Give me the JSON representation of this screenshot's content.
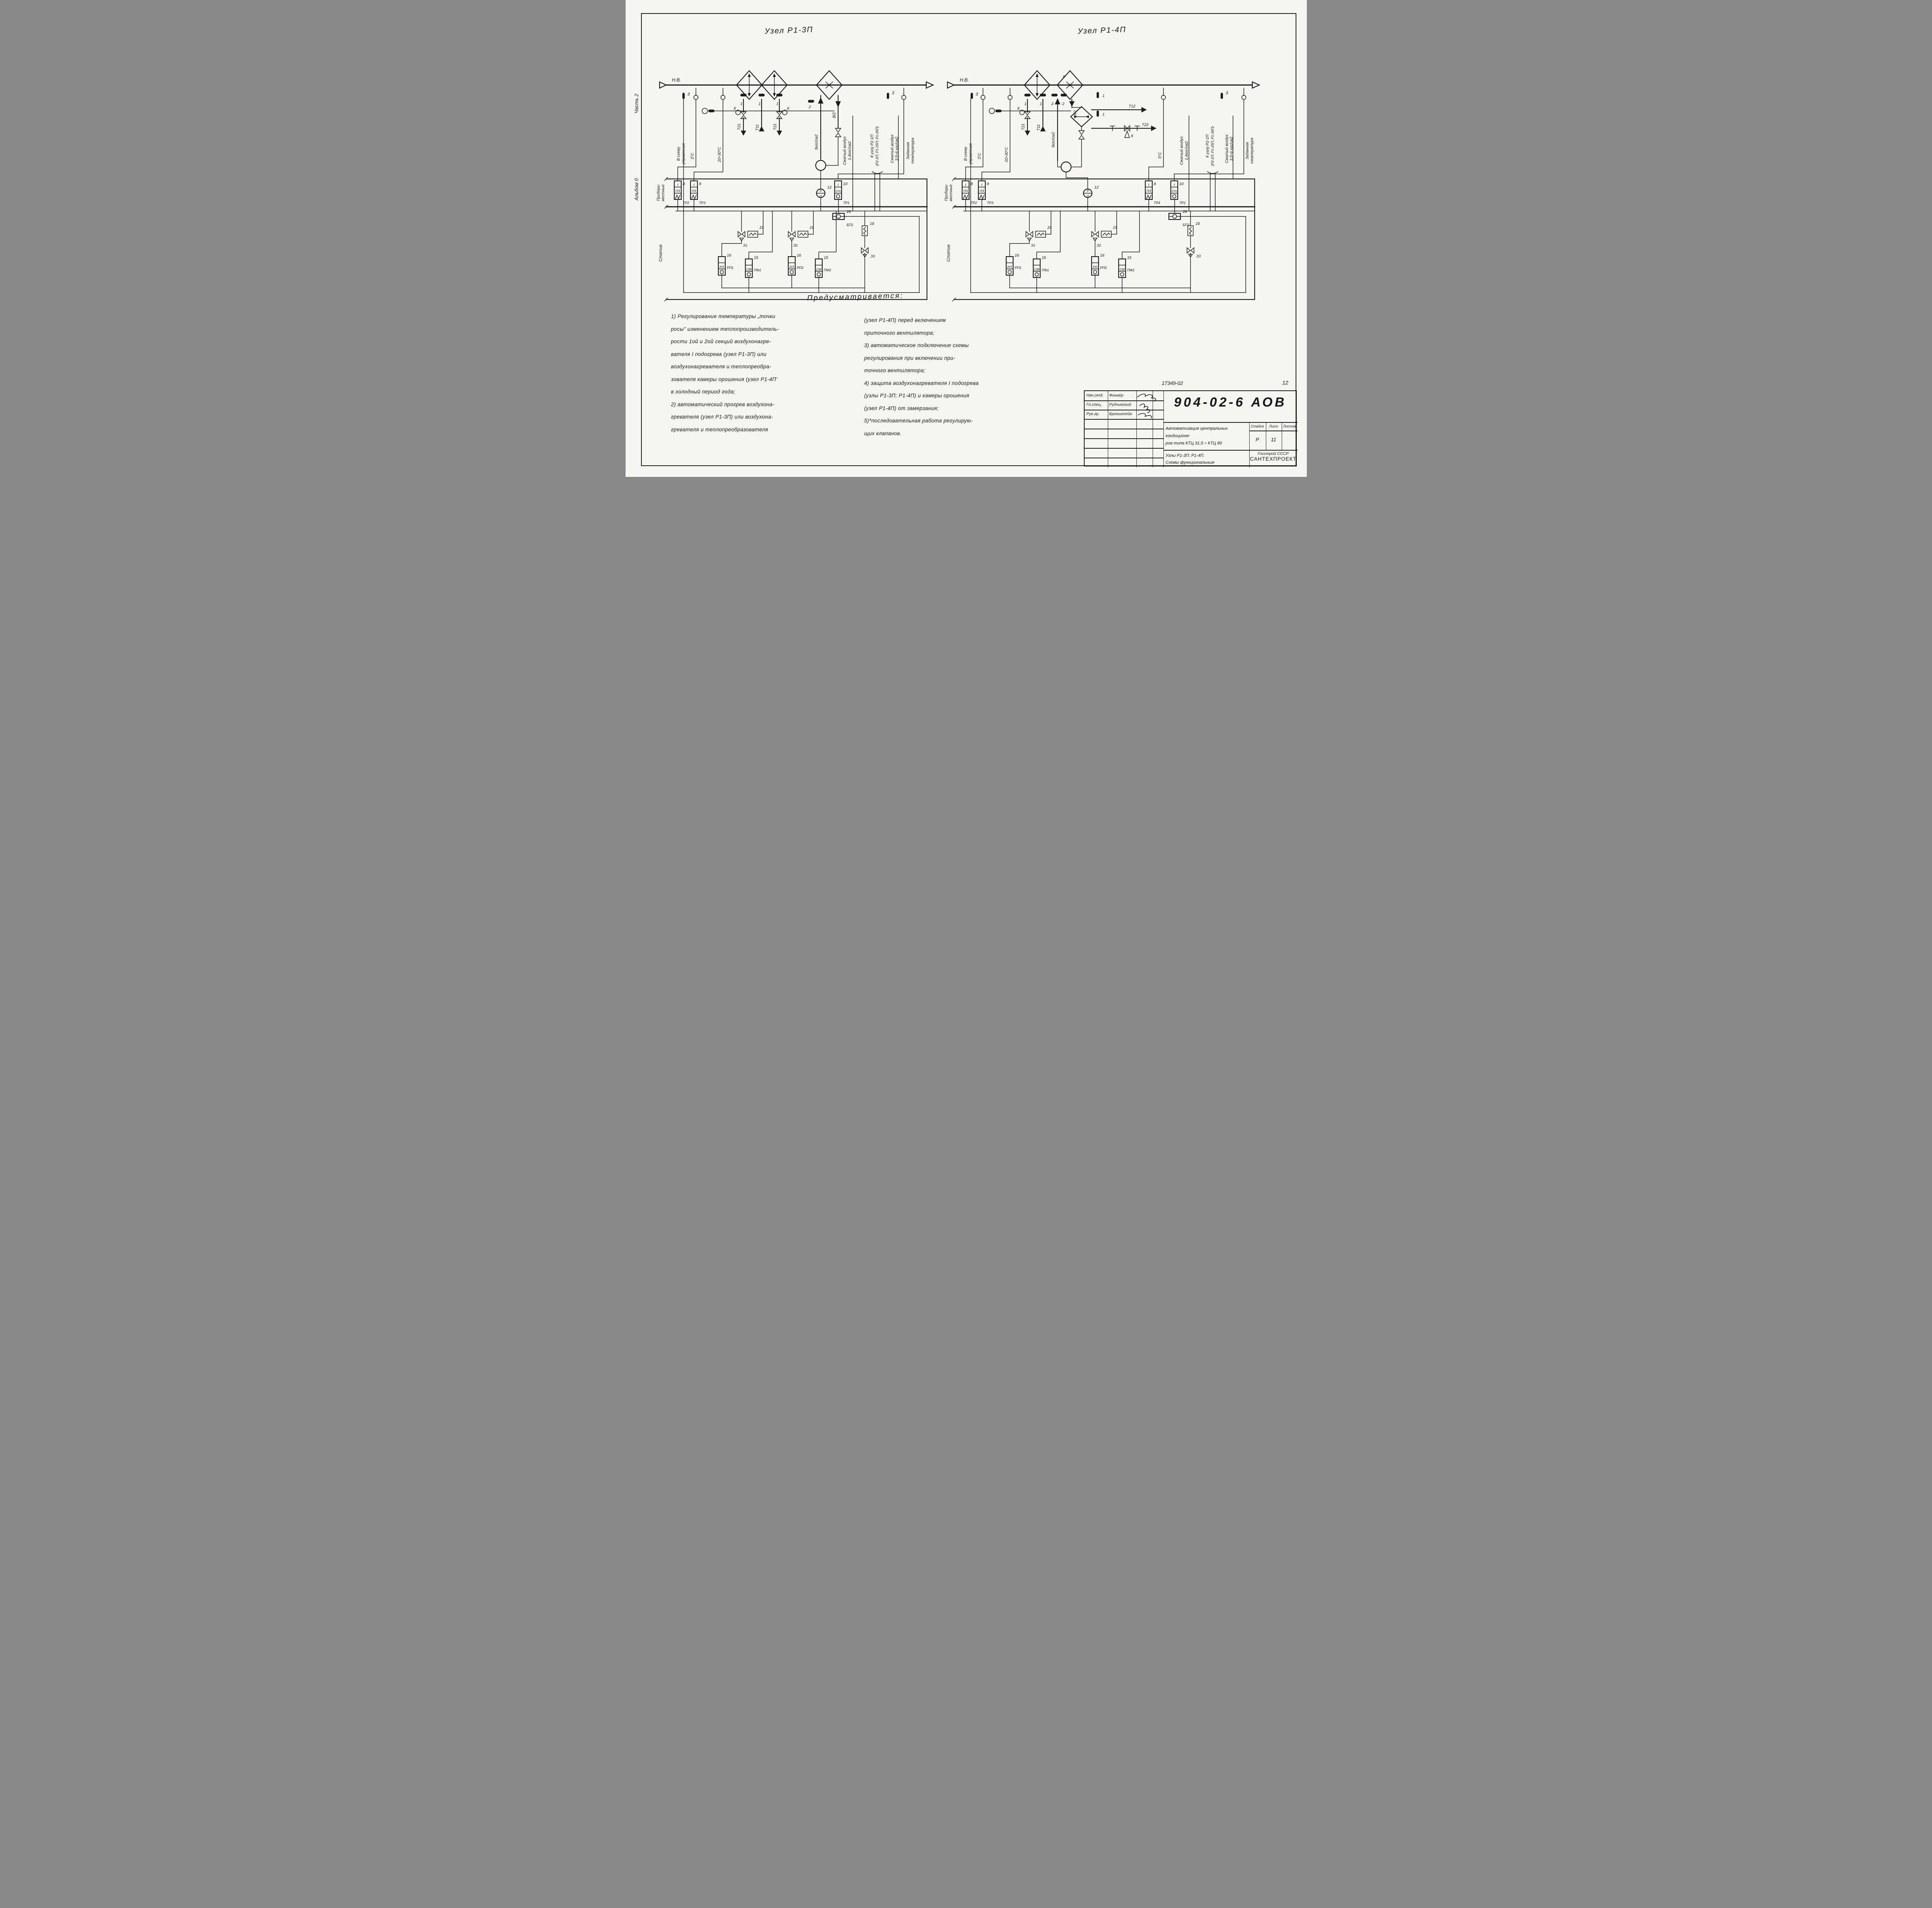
{
  "sheet": {
    "side_album": "Альбом 0",
    "side_part": "Часть 2"
  },
  "diagrams": {
    "left_title": "Узел Р1-3П",
    "right_title": "Узел Р1-4П"
  },
  "labels": {
    "nv": "Н.В.",
    "control1": "В схему",
    "control2": "управления",
    "t3deg": "3°С",
    "t2030": "20÷30°С",
    "t5deg": "5°С",
    "p3": "3кгс/см2",
    "air14a": "Сжатый воздух",
    "air14b": "1,4кгс/см2",
    "kuzlu1": "К узлу Р2-1П",
    "kuzlu2": "(Р2-2П; Р1-25П; Р1-26П)",
    "air356a": "Сжатый воздух",
    "air356b": "3,5÷6 кгс/см2",
    "zad1": "Заданная",
    "zad2": "температура",
    "pribory1": "Приборы",
    "pribory2": "местные",
    "stativ": "Статив",
    "t21": "Т21",
    "t11": "Т11",
    "t12": "Т12",
    "t22": "Т22",
    "v2": "В/2",
    "k": "К"
  },
  "nums": {
    "n1": "1",
    "n2": "2",
    "n3": "3",
    "n8": "8",
    "n9": "9",
    "n10": "10",
    "n12": "12",
    "n15": "15",
    "n16": "16",
    "n19": "19",
    "n26": "26"
  },
  "cells": {
    "t": "t",
    "pz": "ПЗ",
    "st": "Ст",
    "rp": "РП",
    "sm": "СМ",
    "r": "Р",
    "p": "П"
  },
  "tags": {
    "tr1": "ТР1",
    "tr2": "ТР2",
    "tr3": "ТР3",
    "tr4": "ТР4",
    "bp1": "БП1",
    "e1": "Э1",
    "e2": "Э2",
    "e3": "Э3",
    "rp1": "РП1",
    "rp2": "РП2",
    "pf1": "ПФ1",
    "pf2": "ПФ2"
  },
  "notes": {
    "heading": "Предусматривается:",
    "col1": [
      "1) Регулирование температуры „точки",
      "росы\" изменением теплопроизводитель-",
      "рости 1ой и 2ой секций воздухонагре-",
      "вателя I подогрева (узел Р1-3П) или",
      "воздухонагревателя и теплопреобра-",
      "зователя камеры орошения (узел Р1-4П'",
      "в холодный период года;",
      "2) автоматический прогрев воздухона-",
      "гревателя (узел Р1-3П) или воздухона-",
      "гревателя и теплопреобразователя"
    ],
    "col2": [
      "(узел Р1-4П) перед включением",
      "приточного вентилятора;",
      "3) автоматическое подключение схемы",
      "регулирования при включении при-",
      "точного вентилятора;",
      "4) защита воздухонагревателя I подогрева",
      "(узлы Р1-3П; Р1-4П) и камеры орошения",
      "(узел Р1-4П) от замерзания;",
      "5)*последовательная работа регулирую-",
      "щих клапанов."
    ]
  },
  "titleblock": {
    "doc_code": "17349-02",
    "page": "12",
    "doc_number": "904-02-6 АОВ",
    "title_line1": "Автоматизация центральных кондиционе-",
    "title_line2": "ров типа КТЦ 31,5 ÷ КТЦ 80",
    "staff": [
      {
        "role": "Нач.отд.",
        "name": "Фингер"
      },
      {
        "role": "Гл.спец.",
        "name": "Рубчинский"
      },
      {
        "role": "Рук.гр.",
        "name": "Бронштейн"
      }
    ],
    "stage_label": "Стадия",
    "sheet_label": "Лист",
    "sheets_label": "Листов",
    "stage_value": "Р",
    "sheet_value": "11",
    "subtitle_line1": "Узлы Р1-3П; Р1-4П.",
    "subtitle_line2": "Схемы функциональные",
    "org_line1": "Госстрой СССР",
    "org_line2": "САНТЕХПРОЕКТ"
  }
}
